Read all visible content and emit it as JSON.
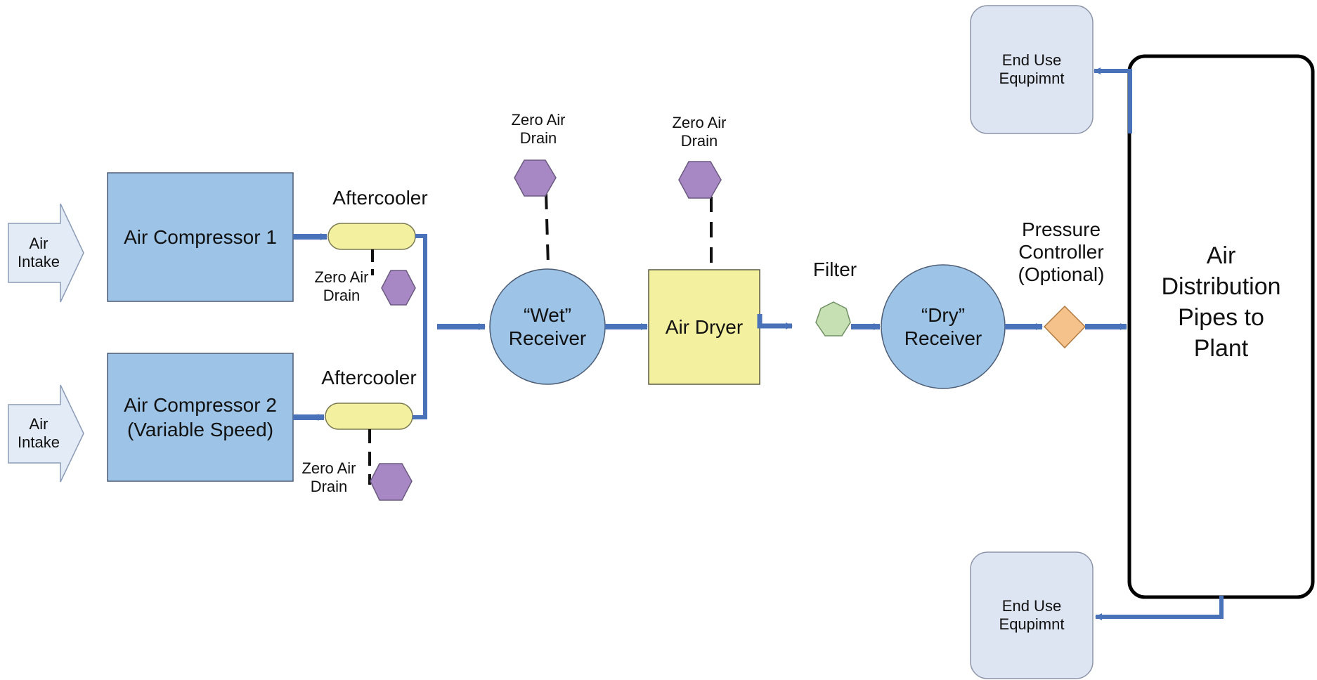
{
  "diagram": {
    "air_intake_1": [
      "Air",
      "Intake"
    ],
    "air_intake_2": [
      "Air",
      "Intake"
    ],
    "compressor_1": [
      "Air Compressor 1"
    ],
    "compressor_2": [
      "Air Compressor 2",
      "(Variable Speed)"
    ],
    "aftercooler_1": "Aftercooler",
    "aftercooler_2": "Aftercooler",
    "drain_aftercooler_1": [
      "Zero Air",
      "Drain"
    ],
    "drain_aftercooler_2": [
      "Zero Air",
      "Drain"
    ],
    "drain_wet_receiver": [
      "Zero Air",
      "Drain"
    ],
    "drain_air_dryer": [
      "Zero Air",
      "Drain"
    ],
    "wet_receiver": [
      "“Wet”",
      "Receiver"
    ],
    "air_dryer": [
      "Air Dryer"
    ],
    "filter": "Filter",
    "dry_receiver": [
      "“Dry”",
      "Receiver"
    ],
    "pressure_controller": [
      "Pressure",
      "Controller",
      "(Optional)"
    ],
    "distribution": [
      "Air",
      "Distribution",
      "Pipes to",
      "Plant"
    ],
    "end_use_top": [
      "End Use",
      "Equpimnt"
    ],
    "end_use_bottom": [
      "End Use",
      "Equpimnt"
    ],
    "colors": {
      "pipe": "#4a72b8",
      "compressor_fill": "#9dc3e6",
      "receiver_fill": "#9dc3e6",
      "aftercooler_fill": "#f3f0a0",
      "dryer_fill": "#f3f0a0",
      "drain_fill": "#a888c4",
      "filter_fill": "#c6e0b4",
      "controller_fill": "#f6c28b",
      "end_use_fill": "#dee5f2",
      "intake_fill": "#e3ebf6"
    }
  }
}
